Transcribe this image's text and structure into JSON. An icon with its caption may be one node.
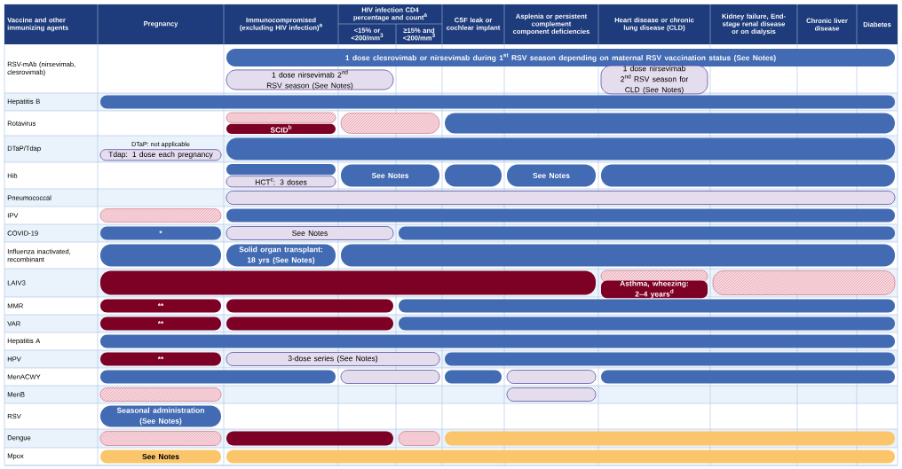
{
  "diagram": {
    "nodes": [
      {
        "text": [
          "1 dose clesrovimab or nirsevimab during 1$^{st}$ RSV season depending on maternal RSV vaccination status (See Notes)"
        ]
      },
      {
        "text": [
          "1 dose nirsevimab 2$^{nd}$ RSV season (See Notes)"
        ]
      },
      {
        "text": [
          "1 dose nirsevimab 2$^{nd}$ RSV season for CLD (See Notes)"
        ]
      },
      {
        "text": [],
        "shape": "bar"
      },
      {
        "text": [],
        "shape": "bar"
      },
      {
        "text": [
          "SCID$^{b}$"
        ]
      },
      {
        "text": [],
        "shape": "bar"
      },
      {
        "text": [],
        "shape": "bar"
      },
      {
        "text": [
          "Tdap: 1 dose each pregnancy"
        ],
        "beside": [
          "DTaP: not applicable"
        ]
      },
      {
        "text": [],
        "shape": "bar"
      },
      {
        "text": [],
        "shape": "bar"
      },
      {
        "text": [
          "HCT$^{c}$: 3 doses"
        ]
      },
      {
        "text": [
          "See Notes"
        ]
      },
      {
        "text": [],
        "shape": "bar"
      },
      {
        "text": [
          "See Notes"
        ]
      },
      {
        "text": [],
        "shape": "bar"
      },
      {
        "text": [],
        "shape": "bar"
      },
      {
        "text": [],
        "shape": "bar"
      },
      {
        "text": [],
        "shape": "bar"
      },
      {
        "text": [
          "*"
        ]
      },
      {
        "text": [
          "See Notes"
        ]
      },
      {
        "text": [],
        "shape": "bar"
      },
      {
        "text": [],
        "shape": "bar"
      },
      {
        "text": [
          "Solid organ transplant: 18 yrs (See Notes)"
        ]
      },
      {
        "text": [],
        "shape": "bar"
      },
      {
        "text": [],
        "shape": "bar"
      },
      {
        "text": [],
        "shape": "bar"
      },
      {
        "text": [
          "Asthma, wheezing: 2–4 years$^{d}$"
        ]
      },
      {
        "text": [],
        "shape": "bar"
      },
      {
        "text": [
          "**"
        ]
      },
      {
        "text": [],
        "shape": "bar"
      },
      {
        "text": [],
        "shape": "bar"
      },
      {
        "text": [
          "**"
        ]
      },
      {
        "text": [],
        "shape": "bar"
      },
      {
        "text": [],
        "shape": "bar"
      },
      {
        "text": [],
        "shape": "bar"
      },
      {
        "text": [
          "**"
        ]
      },
      {
        "text": [
          "3-dose series (See Notes)"
        ]
      },
      {
        "text": [],
        "shape": "bar"
      },
      {
        "text": [],
        "shape": "bar"
      },
      {
        "text": [],
        "shape": "bar"
      },
      {
        "text": [],
        "shape": "bar"
      },
      {
        "text": [],
        "shape": "bar"
      },
      {
        "text": [],
        "shape": "bar"
      },
      {
        "text": [],
        "shape": "bar"
      },
      {
        "text": [],
        "shape": "bar"
      },
      {
        "text": [
          "Seasonal administration (See Notes)"
        ]
      },
      {
        "text": [],
        "shape": "bar"
      },
      {
        "text": [],
        "shape": "bar"
      },
      {
        "text": [],
        "shape": "bar"
      },
      {
        "text": [],
        "shape": "bar"
      },
      {
        "text": [
          "See Notes"
        ]
      },
      {
        "text": [],
        "shape": "bar"
      }
    ],
    "labels": [
      "Vaccine and other immunizing agents",
      "Pregnancy",
      "Immunocompromised (excluding HIV infection)$^{a}$",
      "HIV infection CD4 percentage and count$^{a}$",
      "<15% or <200/mm$^{3}$",
      "≥15% and <200/mm$^{3}$",
      "CSF leak or cochlear implant",
      "Asplenia or persistent complement component deficiencies",
      "Heart disease or chronic lung disease (CLD)",
      "Kidney failure, End-stage renal disease or on dialysis",
      "Chronic liver disease",
      "Diabetes",
      "RSV-mAb (nirsevimab, clesrovimab)",
      "Hepatitis B",
      "Rotavirus",
      "DTaP/Tdap",
      "Hib",
      "Pneumococcal",
      "IPV",
      "COVID-19",
      "Influenza inactivated, recombinant",
      "LAIV3",
      "MMR",
      "VAR",
      "Hepatitis A",
      "HPV",
      "MenACWY",
      "MenB",
      "RSV",
      "Dengue",
      "Mpox"
    ]
  }
}
